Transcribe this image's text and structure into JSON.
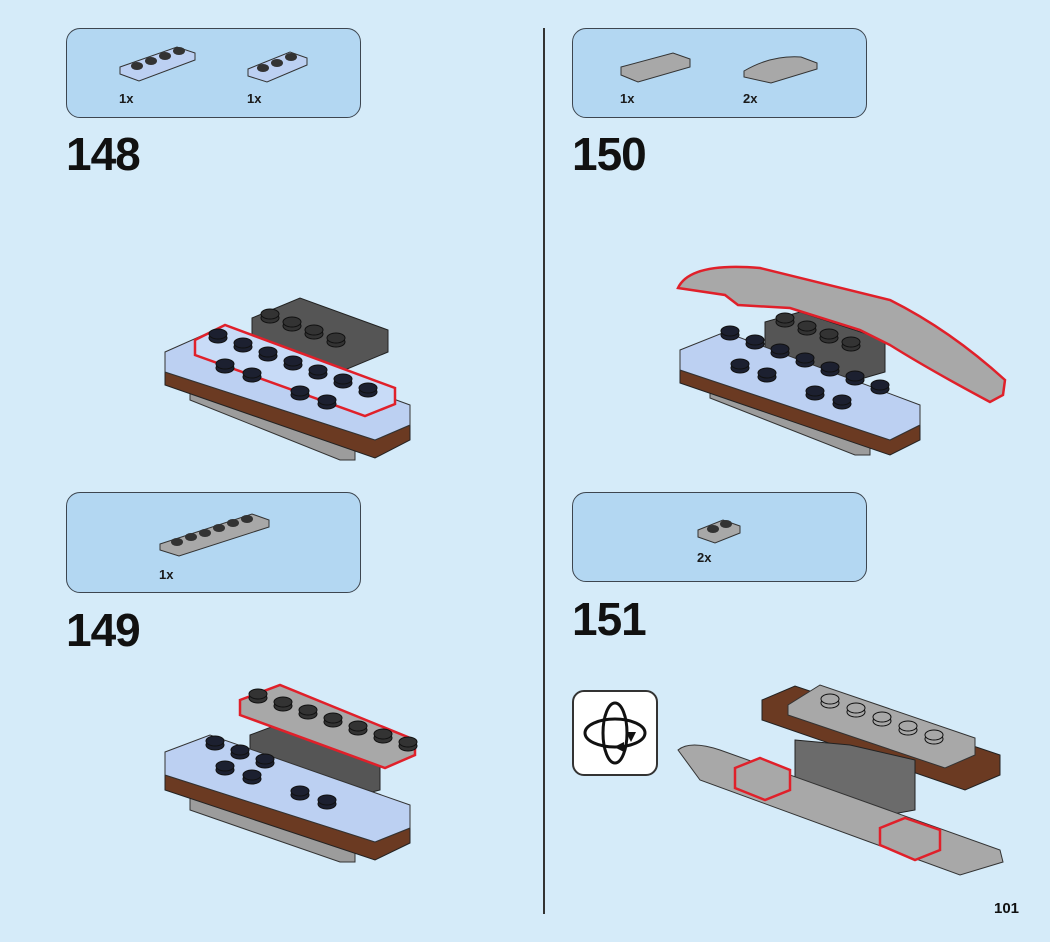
{
  "page_number": "101",
  "colors": {
    "background": "#d5ebf9",
    "parts_box": "#b3d7f2",
    "highlight": "#e0202a",
    "light_bluish": "#bcd0f2",
    "dark_gray": "#555555",
    "medium_gray": "#9c9c9c",
    "brown": "#6b3a22"
  },
  "steps": [
    {
      "number": "148",
      "parts": [
        {
          "qty": "1x",
          "part": "plate-1x4-light-blue"
        },
        {
          "qty": "1x",
          "part": "plate-1x3-light-blue"
        }
      ]
    },
    {
      "number": "149",
      "parts": [
        {
          "qty": "1x",
          "part": "plate-1x6-gray"
        }
      ]
    },
    {
      "number": "150",
      "parts": [
        {
          "qty": "1x",
          "part": "tile-gray"
        },
        {
          "qty": "2x",
          "part": "curved-slope-gray"
        }
      ]
    },
    {
      "number": "151",
      "parts": [
        {
          "qty": "2x",
          "part": "plate-1x2-gray"
        }
      ]
    }
  ],
  "rotate_icon": "rotate-model-icon"
}
